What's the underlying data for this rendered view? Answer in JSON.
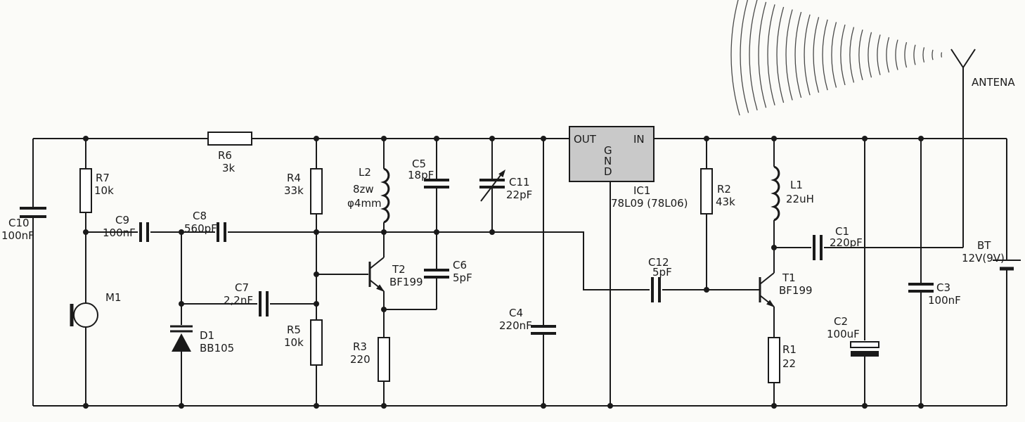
{
  "schematic": {
    "kind": "FM transmitter circuit diagram"
  },
  "components": {
    "c10": {
      "ref": "C10",
      "value": "100nF"
    },
    "r7": {
      "ref": "R7",
      "value": "10k"
    },
    "m1": {
      "ref": "M1"
    },
    "c9": {
      "ref": "C9",
      "value": "100nF"
    },
    "c8": {
      "ref": "C8",
      "value": "560pF"
    },
    "r6": {
      "ref": "R6",
      "value": "3k"
    },
    "d1": {
      "ref": "D1",
      "value": "BB105"
    },
    "c7": {
      "ref": "C7",
      "value": "2,2nF"
    },
    "r4": {
      "ref": "R4",
      "value": "33k"
    },
    "r5": {
      "ref": "R5",
      "value": "10k"
    },
    "l2": {
      "ref": "L2",
      "turns": "8zw",
      "diameter": "φ4mm"
    },
    "t2": {
      "ref": "T2",
      "value": "BF199"
    },
    "r3": {
      "ref": "R3",
      "value": "220"
    },
    "c5": {
      "ref": "C5",
      "value": "18pF"
    },
    "c6": {
      "ref": "C6",
      "value": "5pF"
    },
    "c11": {
      "ref": "C11",
      "value": "22pF"
    },
    "c4": {
      "ref": "C4",
      "value": "220nF"
    },
    "ic1": {
      "ref": "IC1",
      "part": "78L09 (78L06)",
      "pin_out": "OUT",
      "pin_in": "IN",
      "gnd_letters": [
        "G",
        "N",
        "D"
      ]
    },
    "c12": {
      "ref": "C12",
      "value": "5pF"
    },
    "r2": {
      "ref": "R2",
      "value": "43k"
    },
    "l1": {
      "ref": "L1",
      "value": "22uH"
    },
    "t1": {
      "ref": "T1",
      "value": "BF199"
    },
    "r1": {
      "ref": "R1",
      "value": "22"
    },
    "c1": {
      "ref": "C1",
      "value": "220pF"
    },
    "c2": {
      "ref": "C2",
      "value": "100uF"
    },
    "c3": {
      "ref": "C3",
      "value": "100nF"
    },
    "bt": {
      "ref": "BT",
      "value": "12V(9V)"
    },
    "antenna": {
      "label": "ANTENA"
    }
  },
  "decorations": {
    "radio_waves_arcs": 24
  },
  "colors": {
    "wire": "#1a1a1a",
    "ic_fill": "#c9c9c9",
    "paper": "#fbfbf8"
  }
}
